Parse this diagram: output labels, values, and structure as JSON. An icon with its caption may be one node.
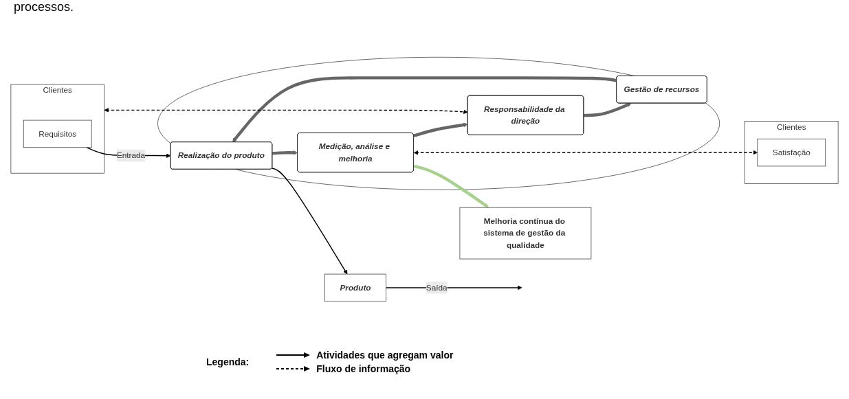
{
  "diagram": {
    "nodes": [
      {
        "text": [
          "Melhoria contínua do sistema de gestão da qualidade"
        ]
      },
      {
        "text": [
          "Clientes"
        ]
      },
      {
        "text": [
          "Requisitos"
        ],
        "in": 1
      },
      {
        "text": [],
        "shape": "circle"
      },
      {
        "text": [
          "Responsabilidade da direção"
        ],
        "in": 3
      },
      {
        "text": [
          "Gestão de recursos"
        ],
        "in": 3
      },
      {
        "text": [
          "Medição, análise e melhoria"
        ],
        "in": 3
      },
      {
        "text": [
          "Realização do produto"
        ],
        "in": 3
      },
      {
        "text": [
          "Produto"
        ]
      },
      {
        "text": [
          "Clientes"
        ]
      },
      {
        "text": [
          "Satisfação"
        ],
        "in": 9
      }
    ],
    "edges": [
      {
        "from": 1,
        "to": 4,
        "arrow": "both",
        "style": "dashed"
      },
      {
        "from": 4,
        "to": 5,
        "arrow": "to",
        "style": "thick",
        "color": "#666666"
      },
      {
        "from": 6,
        "to": 4,
        "arrow": "to",
        "style": "thick",
        "color": "#666666"
      },
      {
        "from": 6,
        "to": 10,
        "arrow": "both",
        "style": "dashed"
      },
      {
        "from": 5,
        "to": 7,
        "arrow": "to",
        "style": "thick",
        "color": "#666666"
      },
      {
        "from": 7,
        "to": 6,
        "arrow": "to",
        "style": "thick",
        "color": "#666666"
      },
      {
        "from": 6,
        "to": 0,
        "arrow": "to",
        "style": "thick",
        "color": "#a9d18e"
      },
      {
        "from": 2,
        "to": 7,
        "arrow": "to",
        "label": "Entrada"
      },
      {
        "from": 7,
        "to": 8,
        "arrow": "to"
      },
      {
        "from": 8,
        "to": null,
        "arrow": "to",
        "label": "Saída"
      }
    ],
    "labels": [
      "processos.",
      "Legenda:"
    ],
    "legend": [
      {
        "text": "Atividades que agregam valor"
      },
      {
        "text": "Fluxo de informação"
      }
    ]
  }
}
